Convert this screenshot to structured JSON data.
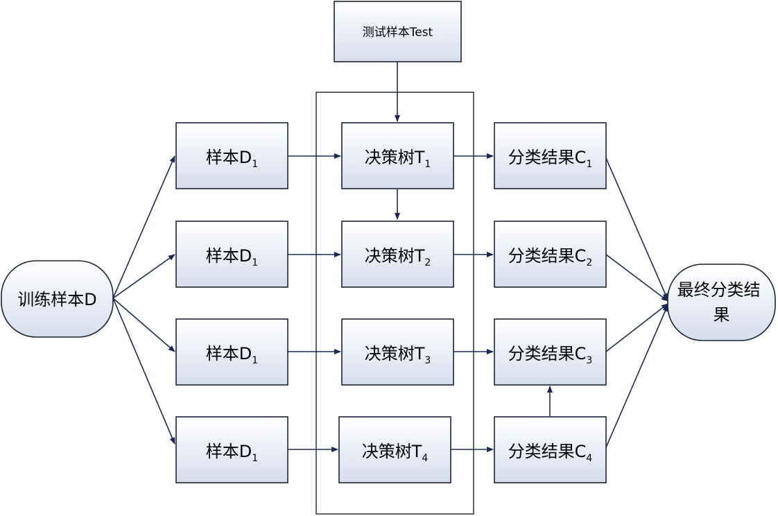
{
  "test_sample": "测试样本Test",
  "training": "训练样本D",
  "final_result": {
    "line1": "最终分类结",
    "line2": "果"
  },
  "rows": [
    {
      "sample": {
        "text": "样本D",
        "sub": "1"
      },
      "tree": {
        "text": "决策树T",
        "sub": "1"
      },
      "result": {
        "text": "分类结果C",
        "sub": "1"
      }
    },
    {
      "sample": {
        "text": "样本D",
        "sub": "1"
      },
      "tree": {
        "text": "决策树T",
        "sub": "2"
      },
      "result": {
        "text": "分类结果C",
        "sub": "2"
      }
    },
    {
      "sample": {
        "text": "样本D",
        "sub": "1"
      },
      "tree": {
        "text": "决策树T",
        "sub": "3"
      },
      "result": {
        "text": "分类结果C",
        "sub": "3"
      }
    },
    {
      "sample": {
        "text": "样本D",
        "sub": "1"
      },
      "tree": {
        "text": "决策树T",
        "sub": "4"
      },
      "result": {
        "text": "分类结果C",
        "sub": "4"
      }
    }
  ]
}
